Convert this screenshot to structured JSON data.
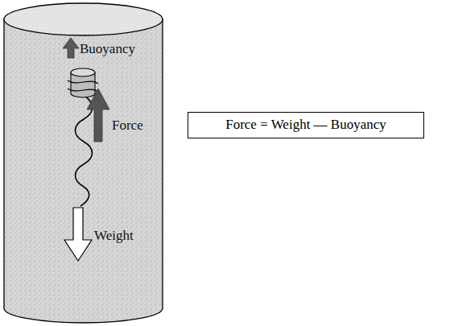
{
  "diagram": {
    "nodes": [
      {
        "text": [
          "Force = Weight — Buoyancy"
        ]
      }
    ],
    "labels": [
      "Buoyancy",
      "Force",
      "Weight"
    ]
  }
}
